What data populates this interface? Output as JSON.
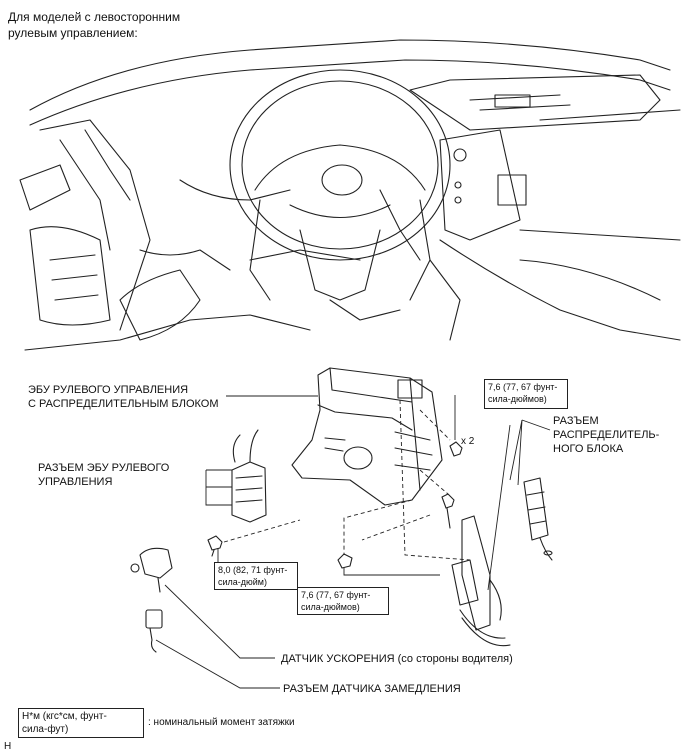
{
  "header": {
    "line1": "Для моделей с левосторонним",
    "line2": "рулевым управлением:"
  },
  "labels": {
    "ecu_line1": "ЭБУ РУЛЕВОГО УПРАВЛЕНИЯ",
    "ecu_line2": "С РАСПРЕДЕЛИТЕЛЬНЫМ БЛОКОМ",
    "ecu_connector_line1": "РАЗЪЕМ ЭБУ РУЛЕВОГО",
    "ecu_connector_line2": "УПРАВЛЕНИЯ",
    "junction_connector_line1": "РАЗЪЕМ",
    "junction_connector_line2": "РАСПРЕДЕЛИТЕЛЬ-",
    "junction_connector_line3": "НОГО БЛОКА",
    "accel_sensor": "ДАТЧИК УСКОРЕНИЯ (со стороны водителя)",
    "decel_connector": "РАЗЪЕМ ДАТЧИКА ЗАМЕДЛЕНИЯ",
    "qty": "x 2"
  },
  "torque_boxes": [
    {
      "line1": "7,6 (77, 67 фунт-",
      "line2": "сила-дюймов)"
    },
    {
      "line1": "8,0 (82, 71 фунт-",
      "line2": "сила-дюйм)"
    },
    {
      "line1": "7,6 (77, 67 фунт-",
      "line2": "сила-дюймов)"
    }
  ],
  "legend": {
    "line1": "Н*м (кгс*см, фунт-",
    "line2": "сила-фут)",
    "desc": ": номинальный момент затяжки"
  },
  "footer": {
    "code": "H"
  }
}
